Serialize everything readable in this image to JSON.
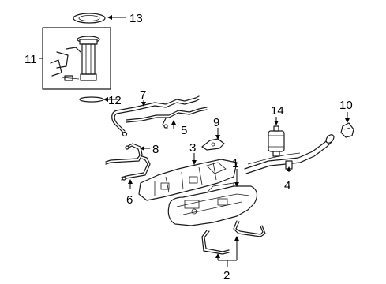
{
  "callouts": {
    "c1": "1",
    "c2": "2",
    "c3": "3",
    "c4": "4",
    "c5": "5",
    "c6": "6",
    "c7": "7",
    "c8": "8",
    "c9": "9",
    "c10": "10",
    "c11": "11",
    "c12": "12",
    "c13": "13",
    "c14": "14"
  },
  "colors": {
    "line": "#1a1a1a",
    "background": "#ffffff"
  }
}
